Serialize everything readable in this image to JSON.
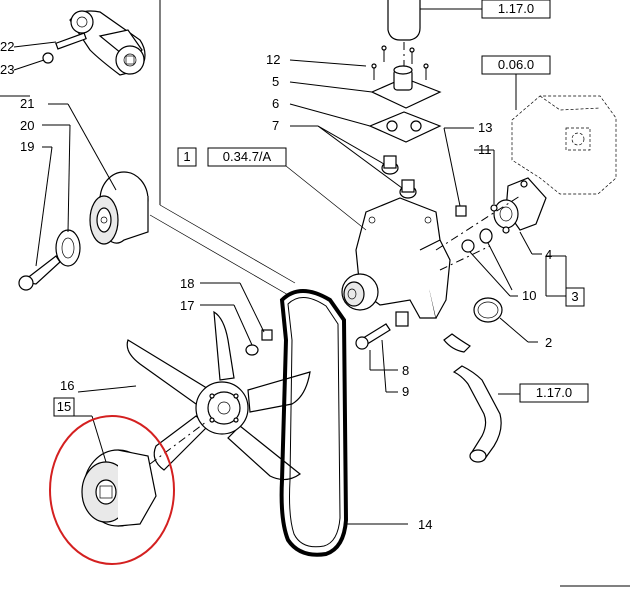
{
  "labels": {
    "l22": "22",
    "l23": "23",
    "l21": "21",
    "l20": "20",
    "l19": "19",
    "l12": "12",
    "l5": "5",
    "l6": "6",
    "l7": "7",
    "l13": "13",
    "l11": "11",
    "l4": "4",
    "l18": "18",
    "l17": "17",
    "l16": "16",
    "l15": "15",
    "l10": "10",
    "l3": "3",
    "l2": "2",
    "l8": "8",
    "l9": "9",
    "l14": "14",
    "l1": "1"
  },
  "refs": {
    "top": "1.17.0",
    "right_top": "0.06.0",
    "left_center": "0.34.7/A",
    "right_bottom": "1.17.0"
  },
  "colors": {
    "highlight": "#d42020",
    "ink": "#000000"
  }
}
